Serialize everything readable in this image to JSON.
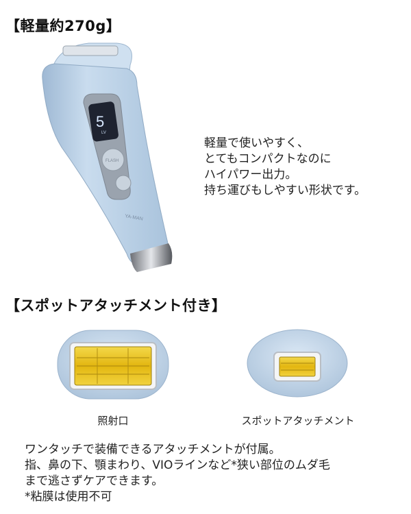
{
  "section1": {
    "heading": "【軽量約270g】",
    "description": [
      "軽量で使いやすく、",
      "とてもコンパクトなのに",
      "ハイパワー出力。",
      "持ち運びもしやすい形状です。"
    ],
    "device": {
      "display_number": "5",
      "display_unit": "LV",
      "flash_label": "FLASH",
      "brand": "YA-MAN"
    }
  },
  "section2": {
    "heading": "【スポットアタッチメント付き】",
    "captions": [
      "照射口",
      "スポットアタッチメント"
    ],
    "description": [
      "ワンタッチで装備できるアタッチメントが付属。",
      "指、鼻の下、顎まわり、VIOラインなど*狭い部位のムダ毛",
      "まで逃さずケアできます。",
      "*粘膜は使用不可"
    ]
  },
  "colors": {
    "device_blue": "#b9d1e8",
    "lamp_yellow": "#e9c21a",
    "screen_dark": "#1e2330"
  }
}
